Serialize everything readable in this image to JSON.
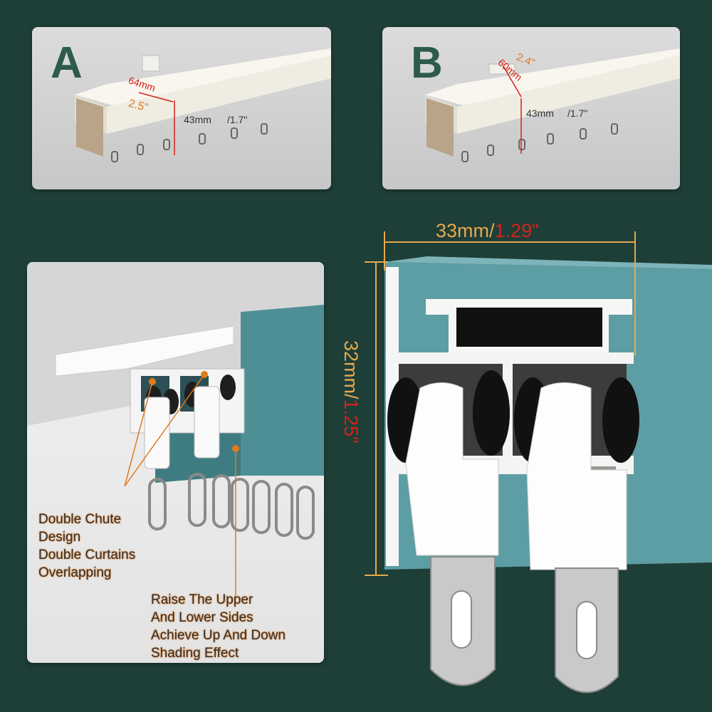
{
  "colors": {
    "background": "#1e3e38",
    "accent_orange": "#e07b1e",
    "accent_red": "#d8211b",
    "track_teal": "#5d9ea4",
    "track_white": "#f5f3ec",
    "letter_green": "#2e5b4e"
  },
  "panel_a": {
    "letter": "A",
    "depth_mm": "64mm",
    "depth_in": "2.5\"",
    "height_mm": "43mm",
    "height_in": "/1.7\""
  },
  "panel_b": {
    "letter": "B",
    "depth_in": "2.4\"",
    "depth_mm": "60mm",
    "height_mm": "43mm",
    "height_in": "/1.7\""
  },
  "panel_c": {
    "note1": [
      "Double Chute",
      "Design",
      "Double Curtains",
      "Overlapping"
    ],
    "note2": [
      "Raise The Upper",
      "And Lower Sides",
      "Achieve Up And Down",
      "Shading Effect"
    ]
  },
  "cross_section": {
    "width_mm": "33mm/",
    "width_in": "1.29\"",
    "height_mm": "32mm/",
    "height_in": "1.25\""
  }
}
